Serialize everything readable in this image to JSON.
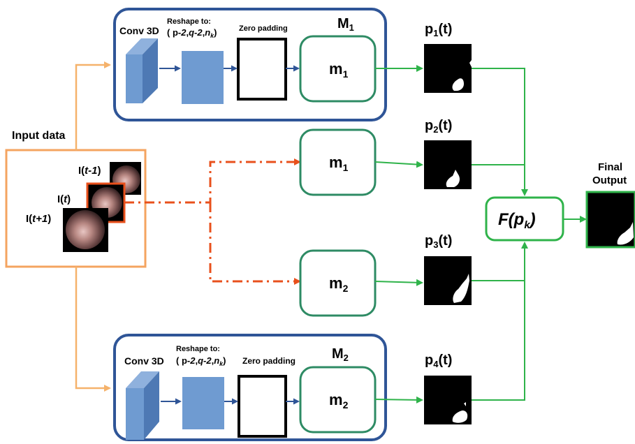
{
  "input": {
    "title": "Input data",
    "frame_prev": [
      "I(",
      "t-1",
      ")"
    ],
    "frame_curr": [
      "I(",
      "t",
      ")"
    ],
    "frame_next": [
      "I(",
      "t+1",
      ")"
    ]
  },
  "model_1": {
    "title": [
      "M",
      "1"
    ],
    "conv_label": "Conv 3D",
    "reshape_label": "Reshape to:",
    "reshape_dims": [
      "( p-",
      "2",
      ",",
      "q-2",
      ",",
      "n",
      "k",
      ")"
    ],
    "zero_padding_label": "Zero padding",
    "submodel": [
      "m",
      "1"
    ]
  },
  "model_2": {
    "title": [
      "M",
      "2"
    ],
    "conv_label": "Conv 3D",
    "reshape_label": "Reshape to:",
    "reshape_dims": [
      "( p-",
      "2",
      ",",
      "q-2",
      ",",
      "n",
      "k",
      ")"
    ],
    "zero_padding_label": "Zero padding",
    "submodel": [
      "m",
      "2"
    ]
  },
  "standalone_1": [
    "m",
    "1"
  ],
  "standalone_2": [
    "m",
    "2"
  ],
  "predictions": [
    [
      "p",
      "1",
      "(t)"
    ],
    [
      "p",
      "2",
      "(t)"
    ],
    [
      "p",
      "3",
      "(t)"
    ],
    [
      "p",
      "4",
      "(t)"
    ]
  ],
  "fusion": [
    "F(p",
    "k",
    ")"
  ],
  "output": [
    "Final",
    "Output"
  ],
  "colors": {
    "model_border": "#2f5597",
    "submodel_border": "#2e8b64",
    "conv_block": "#6f9bd1",
    "input_border": "#f4a460",
    "arrow_orange": "#f5b26b",
    "arrow_dashdot": "#e8501c",
    "arrow_green": "#2fb34a",
    "fusion_border": "#2fb34a"
  }
}
